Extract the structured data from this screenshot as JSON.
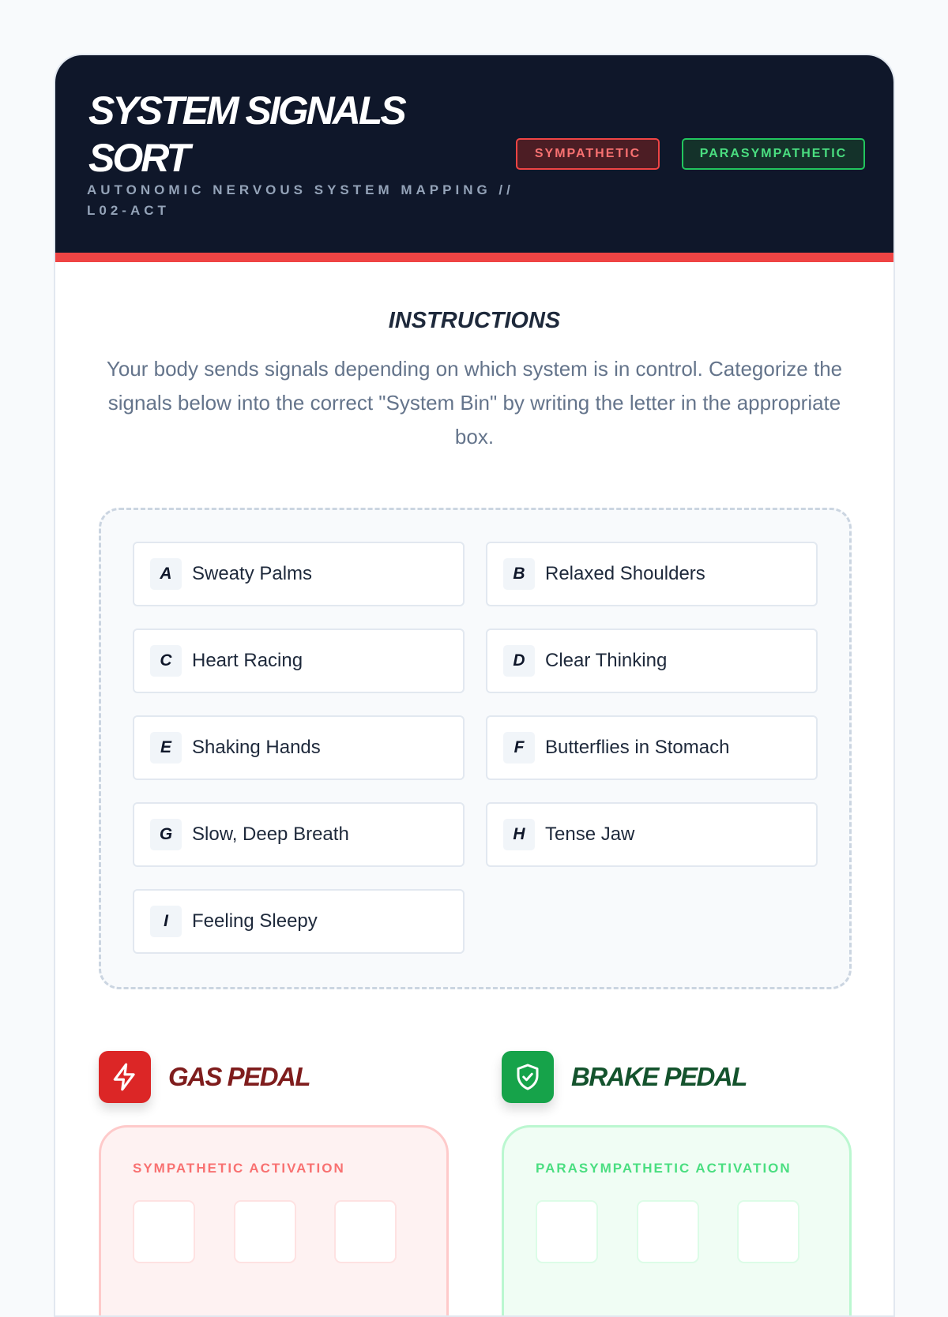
{
  "header": {
    "title": "SYSTEM SIGNALS SORT",
    "subtitle": "AUTONOMIC NERVOUS SYSTEM MAPPING // L02-ACT",
    "badges": [
      "SYMPATHETIC",
      "PARASYMPATHETIC"
    ]
  },
  "instructions": {
    "heading": "INSTRUCTIONS",
    "text": "Your body sends signals depending on which system is in control. Categorize the signals below into the correct \"System Bin\" by writing the letter in the appropriate box."
  },
  "signals": [
    {
      "letter": "A",
      "label": "Sweaty Palms"
    },
    {
      "letter": "B",
      "label": "Relaxed Shoulders"
    },
    {
      "letter": "C",
      "label": "Heart Racing"
    },
    {
      "letter": "D",
      "label": "Clear Thinking"
    },
    {
      "letter": "E",
      "label": "Shaking Hands"
    },
    {
      "letter": "F",
      "label": "Butterflies in Stomach"
    },
    {
      "letter": "G",
      "label": "Slow, Deep Breath"
    },
    {
      "letter": "H",
      "label": "Tense Jaw"
    },
    {
      "letter": "I",
      "label": "Feeling Sleepy"
    }
  ],
  "bins": {
    "gas": {
      "title": "GAS PEDAL",
      "label": "SYMPATHETIC ACTIVATION",
      "icon": "lightning-icon"
    },
    "brake": {
      "title": "BRAKE PEDAL",
      "label": "PARASYMPATHETIC ACTIVATION",
      "icon": "shield-check-icon"
    }
  },
  "colors": {
    "accent_red": "#ef4444",
    "accent_green": "#16a34a",
    "header_bg": "#0f172a"
  }
}
